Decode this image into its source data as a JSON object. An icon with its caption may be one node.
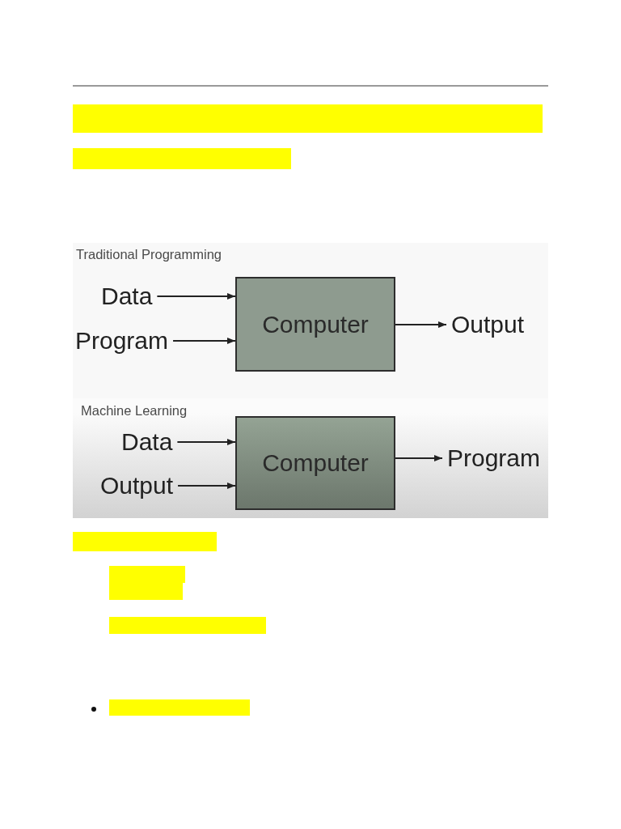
{
  "diagram": {
    "nodes": [
      {
        "text": [
          "Traditional Programming"
        ]
      },
      {
        "text": [
          "Data"
        ],
        "in": 0
      },
      {
        "text": [
          "Program"
        ],
        "in": 0
      },
      {
        "text": [
          "Computer"
        ],
        "in": 0
      },
      {
        "text": [
          "Output"
        ],
        "in": 0
      },
      {
        "text": [
          "Machine Learning"
        ]
      },
      {
        "text": [
          "Data"
        ],
        "in": 5
      },
      {
        "text": [
          "Output"
        ],
        "in": 5
      },
      {
        "text": [
          "Computer"
        ],
        "in": 5
      },
      {
        "text": [
          "Program"
        ],
        "in": 5
      }
    ],
    "edges": [
      {
        "from": 1,
        "to": 3,
        "arrow": "to"
      },
      {
        "from": 2,
        "to": 3,
        "arrow": "to"
      },
      {
        "from": 3,
        "to": 4,
        "arrow": "to"
      },
      {
        "from": 6,
        "to": 8,
        "arrow": "to"
      },
      {
        "from": 7,
        "to": 8,
        "arrow": "to"
      },
      {
        "from": 8,
        "to": 9,
        "arrow": "to"
      }
    ]
  }
}
